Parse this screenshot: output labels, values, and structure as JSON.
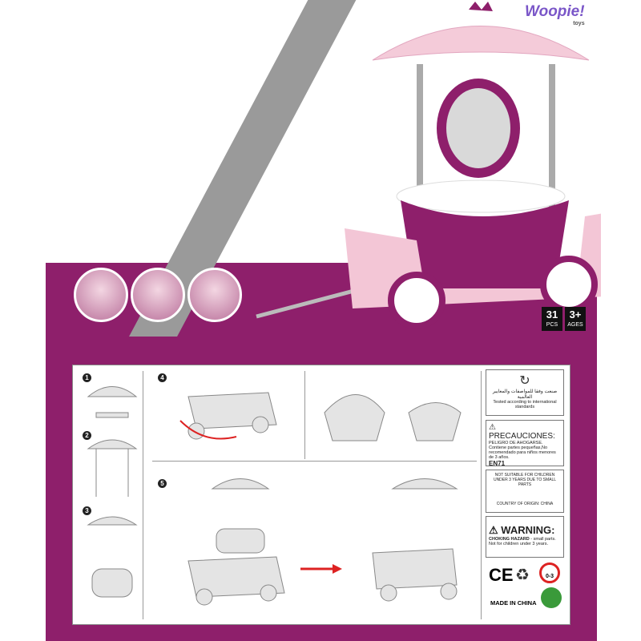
{
  "brand": {
    "logo": "Woopie!",
    "logo_sub": "toys"
  },
  "product": {
    "title_main": "4in1Surprise",
    "title_sub": "PRINCESS DRESSER"
  },
  "badges": {
    "pieces": "31",
    "pieces_label": "PCS",
    "age": "3+",
    "age_label": "AGES"
  },
  "colors": {
    "purple": "#8e1f6b",
    "pink": "#f3c6d6",
    "grey": "#9a9a9a"
  },
  "steps": [
    "1",
    "2",
    "3",
    "4",
    "5"
  ],
  "labels": {
    "tested_arabic": "صنعت وفقا للمواصفات والمعايير العالمية",
    "tested": "Tested according to international standards",
    "precaution_title": "PRECAUCIONES:",
    "precaution_text": "PELIGRO DE AHOGARSE. Contiene partes pequeñas,No recomendado para niños menores de 3 años.",
    "en71": "EN71",
    "not_suitable": "NOT SUITABLE FOR CHILDREN UNDER 3 YEARS DUE TO SMALL PARTS",
    "country_origin": "COUNTRY OF ORIGIN: CHINA",
    "warning_title": "WARNING:",
    "warning_bold": "CHOKING HAZARD",
    "warning_text": " - small parts. Not for children under 3 years.",
    "ce": "CE",
    "age_mark": "0-3",
    "made_in": "MADE IN CHINA"
  }
}
